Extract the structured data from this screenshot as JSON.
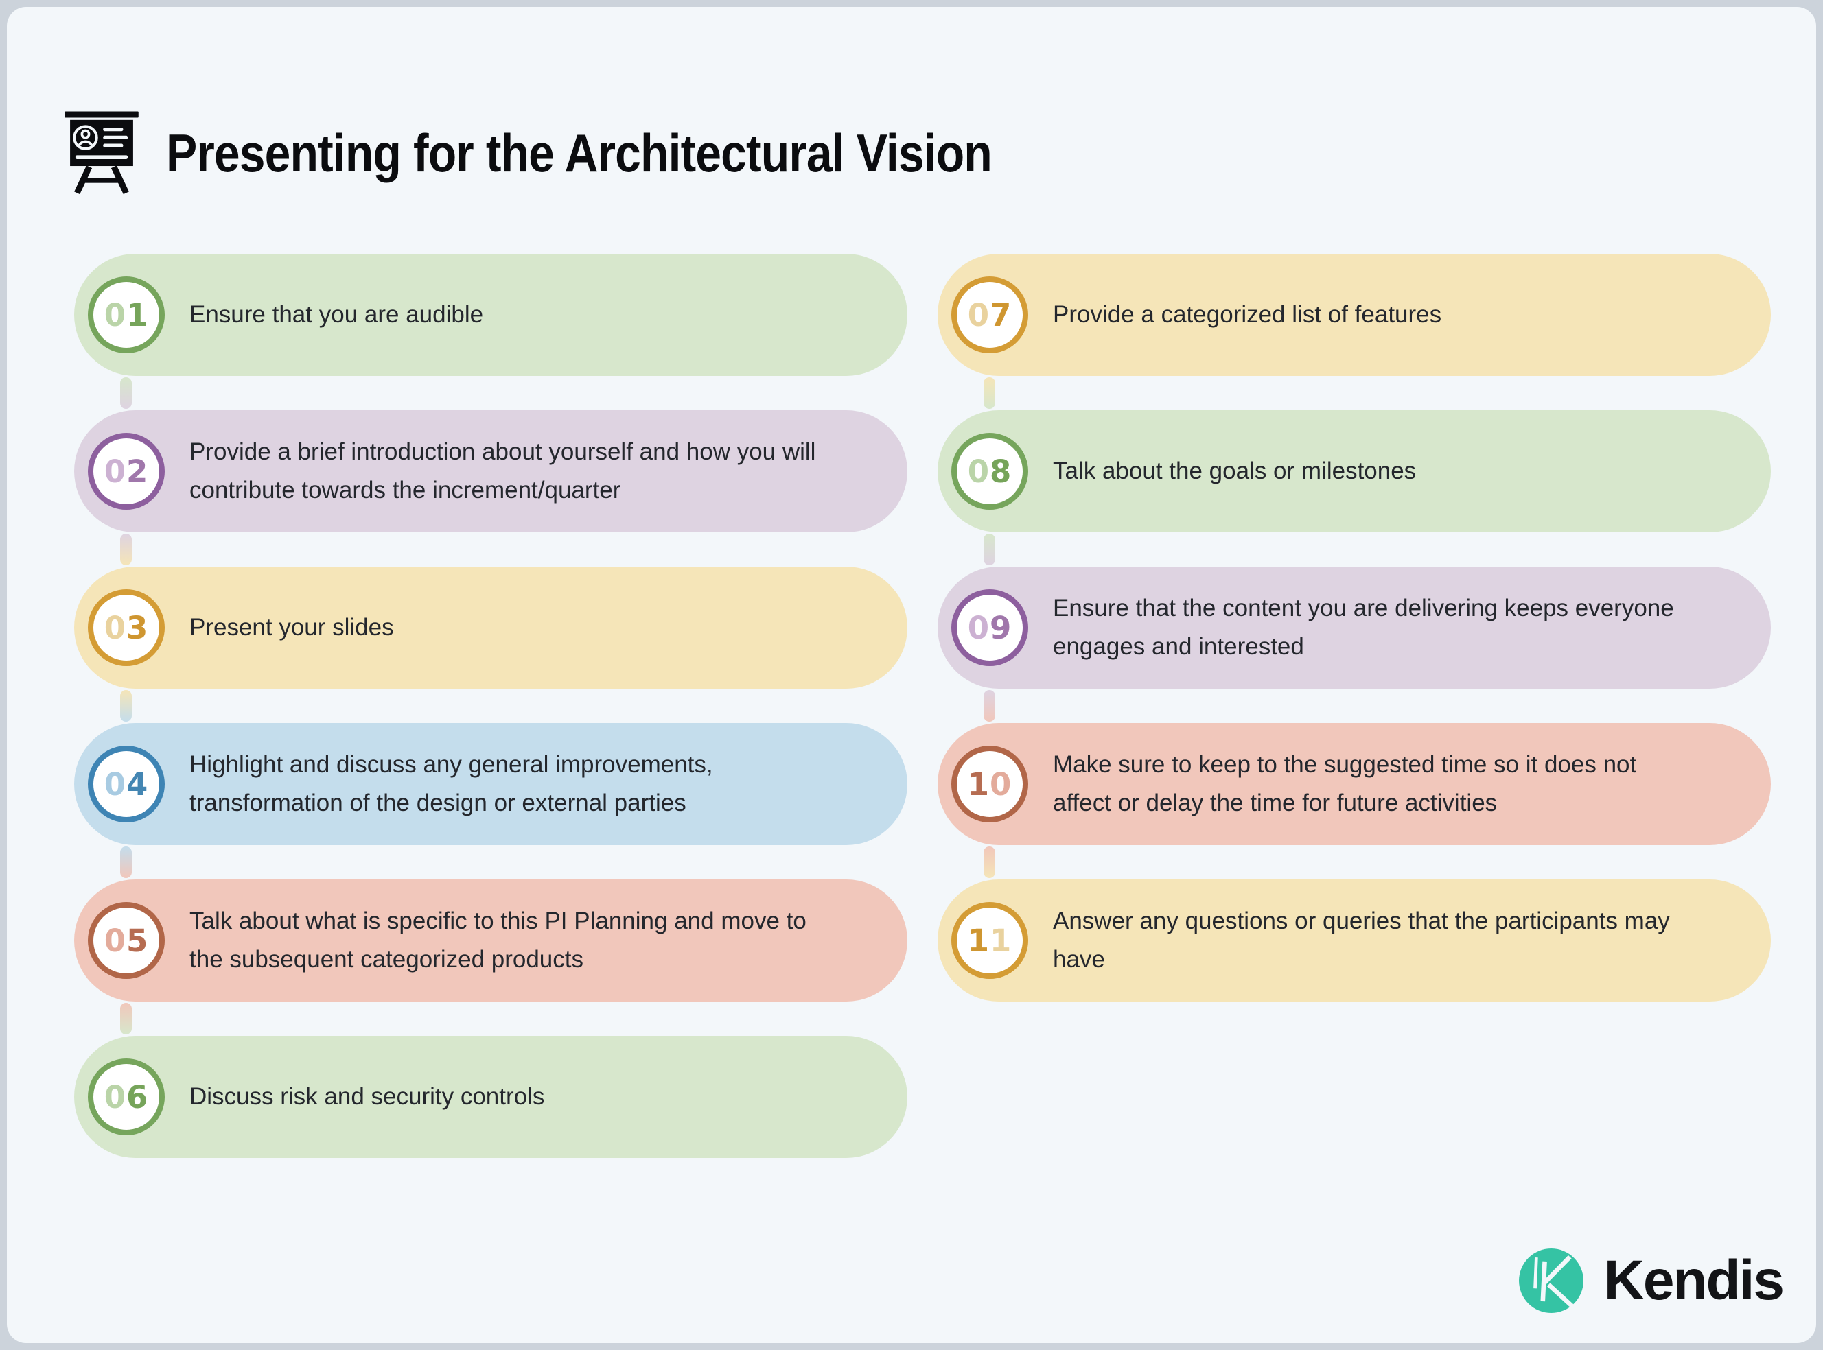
{
  "page": {
    "title": "Presenting for the Architectural Vision"
  },
  "brand": {
    "name": "Kendis",
    "logo_color": "#35c3a4"
  },
  "palette": {
    "card_background": "#f3f7fa",
    "frame_border": "#ccd3db",
    "body_text": "#24272d",
    "title_text": "#0b0c0f",
    "themes": {
      "green": {
        "bg": "#d7e7cc",
        "ring": "#76a55c",
        "digit_dark": "#76a45a",
        "digit_light": "#bad4a8"
      },
      "purple": {
        "bg": "#ded3e1",
        "ring": "#8d5f9e",
        "digit_dark": "#a077ab",
        "digit_light": "#ccb1d2"
      },
      "yellow": {
        "bg": "#f5e5b8",
        "ring": "#d49c35",
        "digit_dark": "#cf9630",
        "digit_light": "#e9d29e"
      },
      "blue": {
        "bg": "#c4ddec",
        "ring": "#3e84b4",
        "digit_dark": "#4486b3",
        "digit_light": "#a8cbe2"
      },
      "salmon": {
        "bg": "#f1c7bb",
        "ring": "#b16648",
        "digit_dark": "#b66c51",
        "digit_light": "#e3ab9b"
      }
    }
  },
  "items": [
    {
      "number": "01",
      "digit1": "0",
      "tone1": "light",
      "digit2": "1",
      "tone2": "dark",
      "theme": "green",
      "column": "left",
      "text": "Ensure that you are audible"
    },
    {
      "number": "02",
      "digit1": "0",
      "tone1": "light",
      "digit2": "2",
      "tone2": "dark",
      "theme": "purple",
      "column": "left",
      "text": "Provide a brief introduction about yourself and how you will contribute towards the increment/quarter"
    },
    {
      "number": "03",
      "digit1": "0",
      "tone1": "light",
      "digit2": "3",
      "tone2": "dark",
      "theme": "yellow",
      "column": "left",
      "text": "Present your slides"
    },
    {
      "number": "04",
      "digit1": "0",
      "tone1": "light",
      "digit2": "4",
      "tone2": "dark",
      "theme": "blue",
      "column": "left",
      "text": "Highlight and discuss any general improvements, transformation of the design or external parties"
    },
    {
      "number": "05",
      "digit1": "0",
      "tone1": "light",
      "digit2": "5",
      "tone2": "dark",
      "theme": "salmon",
      "column": "left",
      "text": "Talk about what is specific to this PI Planning and move to the subsequent categorized products"
    },
    {
      "number": "06",
      "digit1": "0",
      "tone1": "light",
      "digit2": "6",
      "tone2": "dark",
      "theme": "green",
      "column": "left",
      "text": "Discuss risk and security controls"
    },
    {
      "number": "07",
      "digit1": "0",
      "tone1": "light",
      "digit2": "7",
      "tone2": "dark",
      "theme": "yellow",
      "column": "right",
      "text": "Provide a categorized list of features"
    },
    {
      "number": "08",
      "digit1": "0",
      "tone1": "light",
      "digit2": "8",
      "tone2": "dark",
      "theme": "green",
      "column": "right",
      "text": "Talk about the goals or milestones"
    },
    {
      "number": "09",
      "digit1": "0",
      "tone1": "light",
      "digit2": "9",
      "tone2": "dark",
      "theme": "purple",
      "column": "right",
      "text": "Ensure that the content you are delivering keeps everyone engages and interested"
    },
    {
      "number": "10",
      "digit1": "1",
      "tone1": "dark",
      "digit2": "0",
      "tone2": "light",
      "theme": "salmon",
      "column": "right",
      "text": "Make sure to keep to the suggested time so it does not affect or delay the time for future activities"
    },
    {
      "number": "11",
      "digit1": "1",
      "tone1": "dark",
      "digit2": "1",
      "tone2": "light",
      "theme": "yellow",
      "column": "right",
      "text": "Answer any questions or queries that the participants may have"
    }
  ],
  "connectors_left": [
    {
      "from": "green",
      "to": "purple"
    },
    {
      "from": "purple",
      "to": "yellow"
    },
    {
      "from": "yellow",
      "to": "blue"
    },
    {
      "from": "blue",
      "to": "salmon"
    },
    {
      "from": "salmon",
      "to": "green"
    }
  ],
  "connectors_right": [
    {
      "from": "yellow",
      "to": "green"
    },
    {
      "from": "green",
      "to": "purple"
    },
    {
      "from": "purple",
      "to": "salmon"
    },
    {
      "from": "salmon",
      "to": "yellow"
    }
  ]
}
